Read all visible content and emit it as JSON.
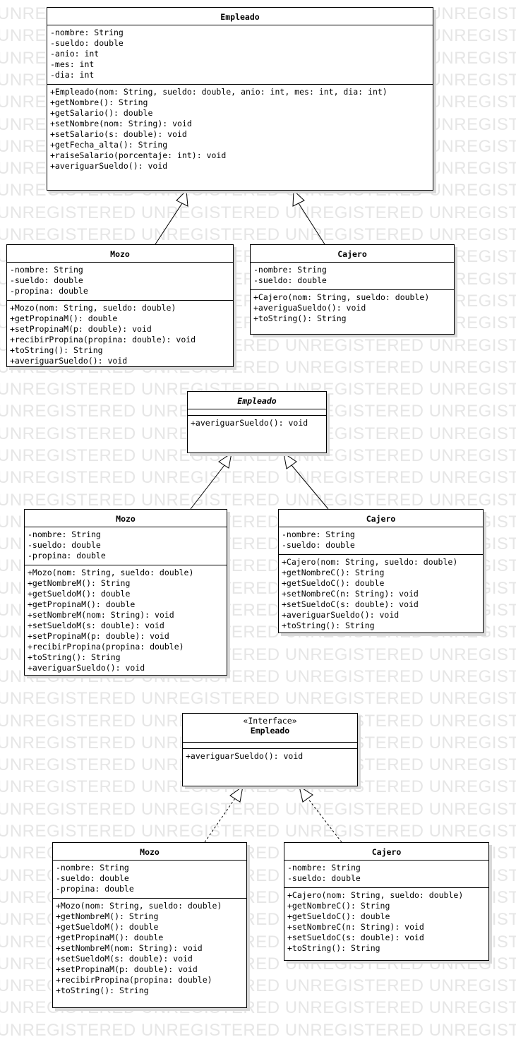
{
  "watermark_text": "UNREGISTERED",
  "diagrams": [
    {
      "parent": {
        "name": "Empleado",
        "attributes": [
          "-nombre: String",
          "-sueldo: double",
          "-anio: int",
          "-mes: int",
          "-dia: int"
        ],
        "methods": [
          "+Empleado(nom: String, sueldo: double, anio: int, mes: int, dia: int)",
          "+getNombre(): String",
          "+getSalario(): double",
          "+setNombre(nom: String): void",
          "+setSalario(s: double): void",
          "+getFecha_alta(): String",
          "+raiseSalario(porcentaje: int): void",
          "+averiguarSueldo(): void"
        ]
      },
      "children": [
        {
          "name": "Mozo",
          "attributes": [
            "-nombre: String",
            "-sueldo: double",
            "-propina: double"
          ],
          "methods": [
            "+Mozo(nom: String, sueldo: double)",
            "+getPropinaM(): double",
            "+setPropinaM(p: double): void",
            "+recibirPropina(propina: double): void",
            "+toString(): String",
            "+averiguarSueldo(): void"
          ]
        },
        {
          "name": "Cajero",
          "attributes": [
            "-nombre: String",
            "-sueldo: double"
          ],
          "methods": [
            "+Cajero(nom: String, sueldo: double)",
            "+averiguaSueldo(): void",
            "+toString(): String"
          ]
        }
      ]
    },
    {
      "parent": {
        "name": "Empleado",
        "attributes": [],
        "methods": [
          "+averiguarSueldo(): void"
        ]
      },
      "children": [
        {
          "name": "Mozo",
          "attributes": [
            "-nombre: String",
            "-sueldo: double",
            "-propina: double"
          ],
          "methods": [
            "+Mozo(nom: String, sueldo: double)",
            "+getNombreM(): String",
            "+getSueldoM(): double",
            "+getPropinaM(): double",
            "+setNombreM(nom: String): void",
            "+setSueldoM(s: double): void",
            "+setPropinaM(p: double): void",
            "+recibirPropina(propina: double)",
            "+toString(): String",
            "+averiguarSueldo(): void"
          ]
        },
        {
          "name": "Cajero",
          "attributes": [
            "-nombre: String",
            "-sueldo: double"
          ],
          "methods": [
            "+Cajero(nom: String, sueldo: double)",
            "+getNombreC(): String",
            "+getSueldoC(): double",
            "+setNombreC(n: String): void",
            "+setSueldoC(s: double): void",
            "+averiguarSueldo(): void",
            "+toString(): String"
          ]
        }
      ]
    },
    {
      "parent": {
        "stereotype": "«Interface»",
        "name": "Empleado",
        "attributes": [],
        "methods": [
          "+averiguarSueldo(): void"
        ]
      },
      "children": [
        {
          "name": "Mozo",
          "attributes": [
            "-nombre: String",
            "-sueldo: double",
            "-propina: double"
          ],
          "methods": [
            "+Mozo(nom: String, sueldo: double)",
            "+getNombreM(): String",
            "+getSueldoM(): double",
            "+getPropinaM(): double",
            "+setNombreM(nom: String): void",
            "+setSueldoM(s: double): void",
            "+setPropinaM(p: double): void",
            "+recibirPropina(propina: double)",
            "+toString(): String"
          ]
        },
        {
          "name": "Cajero",
          "attributes": [
            "-nombre: String",
            "-sueldo: double"
          ],
          "methods": [
            "+Cajero(nom: String, sueldo: double)",
            "+getNombreC(): String",
            "+getSueldoC(): double",
            "+setNombreC(n: String): void",
            "+setSueldoC(s: double): void",
            "+toString(): String"
          ]
        }
      ]
    }
  ]
}
